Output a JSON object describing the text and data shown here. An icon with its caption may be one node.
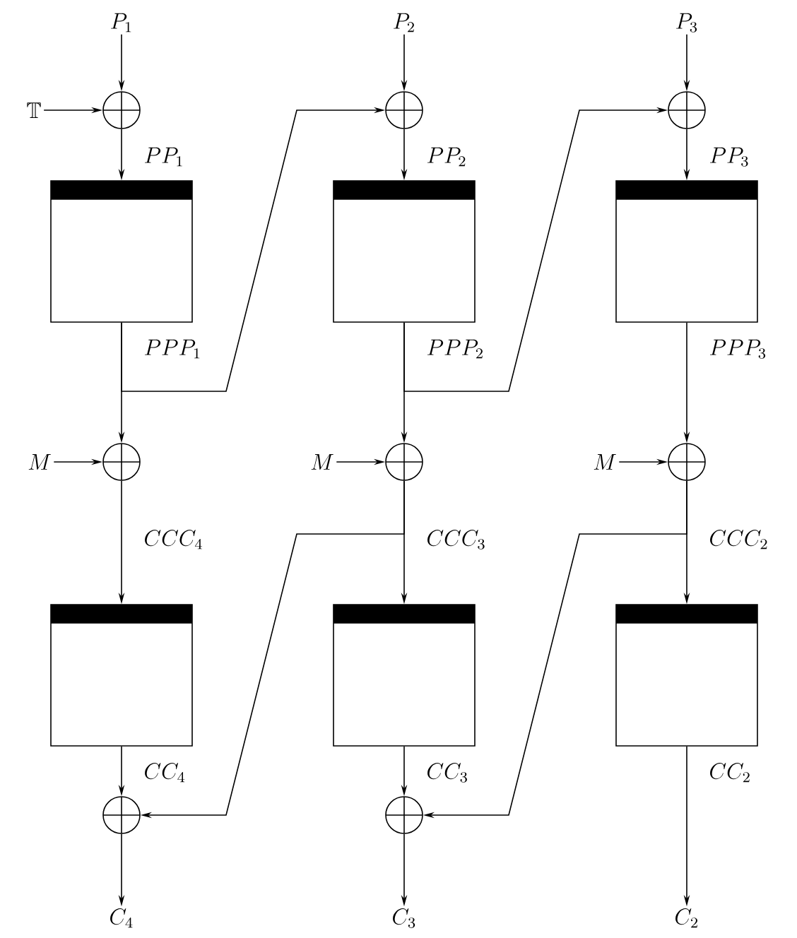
{
  "diagram": {
    "nodes": [
      {
        "text": [
          "P_1"
        ]
      },
      {
        "text": [
          "P_2"
        ]
      },
      {
        "text": [
          "P_3"
        ]
      },
      {
        "text": [
          "\\mathbb{T}"
        ]
      },
      {
        "text": [],
        "shape": "circle"
      },
      {
        "text": [],
        "shape": "circle"
      },
      {
        "text": [],
        "shape": "circle"
      },
      {
        "text": [],
        "shape": "box"
      },
      {
        "text": [],
        "shape": "box"
      },
      {
        "text": [],
        "shape": "box"
      },
      {
        "text": [
          "M"
        ]
      },
      {
        "text": [],
        "shape": "circle"
      },
      {
        "text": [
          "M"
        ]
      },
      {
        "text": [],
        "shape": "circle"
      },
      {
        "text": [
          "M"
        ]
      },
      {
        "text": [],
        "shape": "circle"
      },
      {
        "text": [],
        "shape": "box"
      },
      {
        "text": [],
        "shape": "box"
      },
      {
        "text": [],
        "shape": "box"
      },
      {
        "text": [],
        "shape": "circle"
      },
      {
        "text": [],
        "shape": "circle"
      },
      {
        "text": [
          "C_4"
        ]
      },
      {
        "text": [
          "C_3"
        ]
      },
      {
        "text": [
          "C_2"
        ]
      }
    ],
    "edges": [
      {
        "from": 0,
        "to": 4,
        "arrow": "to"
      },
      {
        "from": 3,
        "to": 4,
        "arrow": "to"
      },
      {
        "from": 4,
        "to": 7,
        "arrow": "to",
        "label": "PP_1"
      },
      {
        "from": 7,
        "to": 11,
        "arrow": "to",
        "label": "PPP_1"
      },
      {
        "from": 7,
        "to": 5,
        "arrow": "to"
      },
      {
        "from": 1,
        "to": 5,
        "arrow": "to"
      },
      {
        "from": 5,
        "to": 8,
        "arrow": "to",
        "label": "PP_2"
      },
      {
        "from": 8,
        "to": 13,
        "arrow": "to",
        "label": "PPP_2"
      },
      {
        "from": 8,
        "to": 6,
        "arrow": "to"
      },
      {
        "from": 2,
        "to": 6,
        "arrow": "to"
      },
      {
        "from": 6,
        "to": 9,
        "arrow": "to",
        "label": "PP_3"
      },
      {
        "from": 9,
        "to": 15,
        "arrow": "to",
        "label": "PPP_3"
      },
      {
        "from": 10,
        "to": 11,
        "arrow": "to"
      },
      {
        "from": 12,
        "to": 13,
        "arrow": "to"
      },
      {
        "from": 14,
        "to": 15,
        "arrow": "to"
      },
      {
        "from": 11,
        "to": 16,
        "arrow": "to",
        "label": "CCC_4"
      },
      {
        "from": 13,
        "to": 17,
        "arrow": "to",
        "label": "CCC_3"
      },
      {
        "from": 13,
        "to": 19,
        "arrow": "to"
      },
      {
        "from": 15,
        "to": 18,
        "arrow": "to",
        "label": "CCC_2"
      },
      {
        "from": 15,
        "to": 20,
        "arrow": "to"
      },
      {
        "from": 16,
        "to": 19,
        "arrow": "to",
        "label": "CC_4"
      },
      {
        "from": 17,
        "to": 20,
        "arrow": "to",
        "label": "CC_3"
      },
      {
        "from": 18,
        "to": 23,
        "arrow": "to",
        "label": "CC_2"
      },
      {
        "from": 19,
        "to": 21,
        "arrow": "to"
      },
      {
        "from": 20,
        "to": 22,
        "arrow": "to"
      }
    ]
  }
}
